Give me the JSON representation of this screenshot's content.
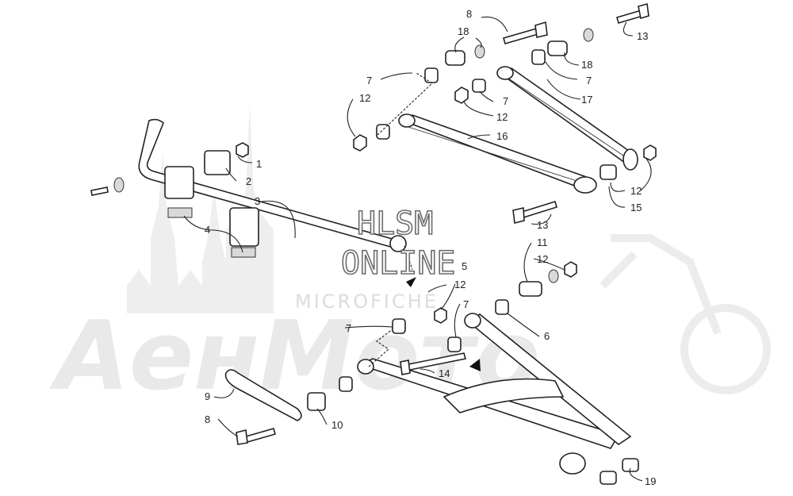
{
  "watermarks": {
    "line1": "HLSM",
    "line2": "ONLINE",
    "line3": "MICROFICHE",
    "brand": "AeнMoтo"
  },
  "callouts": [
    {
      "id": "c8a",
      "label": "8"
    },
    {
      "id": "c18a",
      "label": "18"
    },
    {
      "id": "c13a",
      "label": "13"
    },
    {
      "id": "c18b",
      "label": "18"
    },
    {
      "id": "c7a",
      "label": "7"
    },
    {
      "id": "c12a",
      "label": "12"
    },
    {
      "id": "c7b",
      "label": "7"
    },
    {
      "id": "c7c",
      "label": "7"
    },
    {
      "id": "c12b",
      "label": "12"
    },
    {
      "id": "c17",
      "label": "17"
    },
    {
      "id": "c16",
      "label": "16"
    },
    {
      "id": "c1",
      "label": "1"
    },
    {
      "id": "c2",
      "label": "2"
    },
    {
      "id": "c3",
      "label": "3"
    },
    {
      "id": "c4",
      "label": "4"
    },
    {
      "id": "c12c",
      "label": "12"
    },
    {
      "id": "c15",
      "label": "15"
    },
    {
      "id": "c13b",
      "label": "13"
    },
    {
      "id": "c11",
      "label": "11"
    },
    {
      "id": "c12d",
      "label": "12"
    },
    {
      "id": "c5",
      "label": "5"
    },
    {
      "id": "c12e",
      "label": "12"
    },
    {
      "id": "c7d",
      "label": "7"
    },
    {
      "id": "c7e",
      "label": "7"
    },
    {
      "id": "c6",
      "label": "6"
    },
    {
      "id": "c14",
      "label": "14"
    },
    {
      "id": "c9",
      "label": "9"
    },
    {
      "id": "c8b",
      "label": "8"
    },
    {
      "id": "c10",
      "label": "10"
    },
    {
      "id": "c19",
      "label": "19"
    }
  ]
}
